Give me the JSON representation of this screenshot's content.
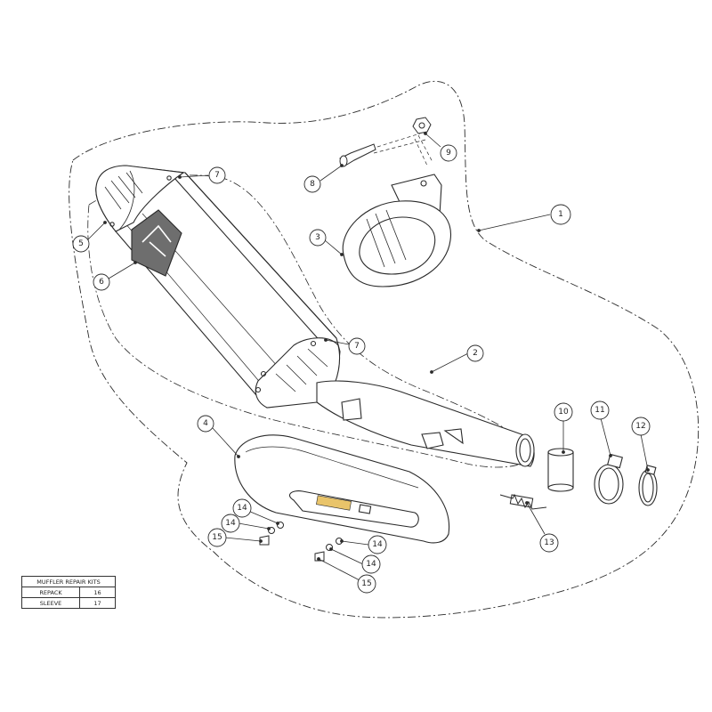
{
  "callouts": [
    {
      "id": "1",
      "label": "1"
    },
    {
      "id": "2",
      "label": "2"
    },
    {
      "id": "3",
      "label": "3"
    },
    {
      "id": "4",
      "label": "4"
    },
    {
      "id": "5",
      "label": "5"
    },
    {
      "id": "6",
      "label": "6"
    },
    {
      "id": "7a",
      "label": "7"
    },
    {
      "id": "7b",
      "label": "7"
    },
    {
      "id": "8",
      "label": "8"
    },
    {
      "id": "9",
      "label": "9"
    },
    {
      "id": "10",
      "label": "10"
    },
    {
      "id": "11",
      "label": "11"
    },
    {
      "id": "12",
      "label": "12"
    },
    {
      "id": "13",
      "label": "13"
    },
    {
      "id": "14a",
      "label": "14"
    },
    {
      "id": "14b",
      "label": "14"
    },
    {
      "id": "14c",
      "label": "14"
    },
    {
      "id": "14d",
      "label": "14"
    },
    {
      "id": "15a",
      "label": "15"
    },
    {
      "id": "15b",
      "label": "15"
    }
  ],
  "repair_kits": {
    "title": "MUFFLER REPAIR KITS",
    "rows": [
      {
        "label": "REPACK",
        "number": "16"
      },
      {
        "label": "SLEEVE",
        "number": "17"
      }
    ]
  },
  "colors": {
    "line": "#2a2a2a",
    "logo_plate": "#6e6e6e",
    "heat_shield_badge": "#e9c46a"
  }
}
